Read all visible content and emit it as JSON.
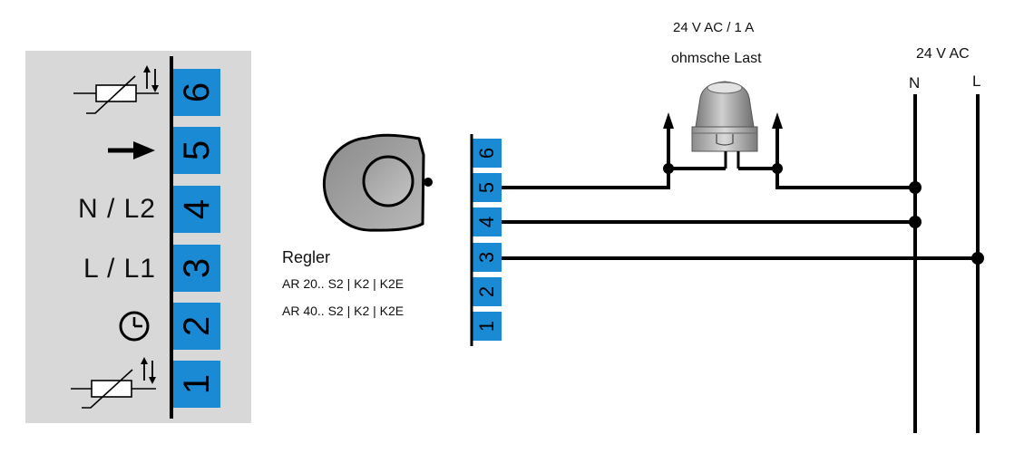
{
  "colors": {
    "terminal_blue": "#1a8ad4",
    "panel_gray": "#d8d8d8",
    "wire": "#000000"
  },
  "legend": {
    "rows": [
      {
        "terminal": "6",
        "label": "",
        "icon": "thermistor-icon"
      },
      {
        "terminal": "5",
        "label": "",
        "icon": "arrow-right-icon"
      },
      {
        "terminal": "4",
        "label": "N / L2",
        "icon": ""
      },
      {
        "terminal": "3",
        "label": "L / L1",
        "icon": ""
      },
      {
        "terminal": "2",
        "label": "",
        "icon": "clock-icon"
      },
      {
        "terminal": "1",
        "label": "",
        "icon": "thermistor-icon"
      }
    ]
  },
  "controller": {
    "title": "Regler",
    "models": [
      "AR 20.. S2 | K2 | K2E",
      "AR 40.. S2 | K2 | K2E"
    ],
    "icon": "controller-knob-icon"
  },
  "terminal_strip": {
    "terminals": [
      "6",
      "5",
      "4",
      "3",
      "2",
      "1"
    ]
  },
  "load": {
    "rating": "24 V AC / 1 A",
    "label": "ohmsche Last",
    "icon": "actuator-icon"
  },
  "supply": {
    "label": "24 V AC",
    "neutral": "N",
    "line": "L"
  }
}
